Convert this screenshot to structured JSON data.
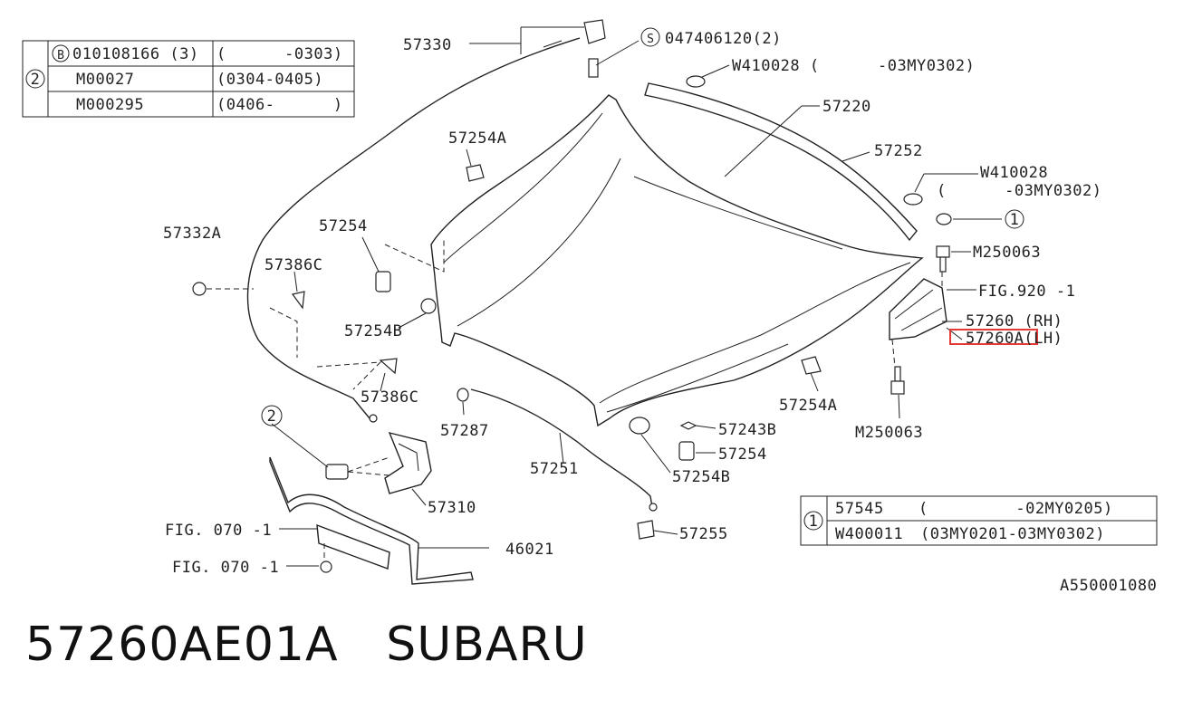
{
  "footer": {
    "part_number": "57260AE01A",
    "brand": "SUBARU"
  },
  "diagram_id": "A550001080",
  "table2": {
    "ref": "2",
    "rows": [
      {
        "part": "010108166 (3)",
        "prefix": "B",
        "range": "(      -0303)"
      },
      {
        "part": "M00027",
        "prefix": "",
        "range": "(0304-0405)"
      },
      {
        "part": "M000295",
        "prefix": "",
        "range": "(0406-      )"
      }
    ]
  },
  "table1": {
    "ref": "1",
    "rows": [
      {
        "part": "57545",
        "range": "(         -02MY0205)"
      },
      {
        "part": "W400011",
        "range": "(03MY0201-03MY0302)"
      }
    ]
  },
  "labels": {
    "l57330": "57330",
    "l047406120": "047406120(2)",
    "l047406120_prefix": "S",
    "lW410028a": "W410028 (      -03MY0302)",
    "l57220": "57220",
    "l57254A_top": "57254A",
    "l57252": "57252",
    "lW410028b": "W410028",
    "lW410028b_range": "(      -03MY0302)",
    "l57332A": "57332A",
    "l57254_left": "57254",
    "l57386C_top": "57386C",
    "l57254B_left": "57254B",
    "l1": "1",
    "lM250063_top": "M250063",
    "lFIG920": "FIG.920 -1",
    "l57260": "57260 (RH)",
    "l57260A": "57260A(LH)",
    "l57386C_bot": "57386C",
    "l57287": "57287",
    "l57254A_right": "57254A",
    "lM250063_bot": "M250063",
    "l57243B": "57243B",
    "l57254_mid": "57254",
    "l57251": "57251",
    "l57254B_mid": "57254B",
    "l2": "2",
    "l57310": "57310",
    "l57255": "57255",
    "lFIG070a": "FIG. 070 -1",
    "lFIG070b": "FIG. 070 -1",
    "l46021": "46021"
  },
  "highlight_color": "#e53935"
}
